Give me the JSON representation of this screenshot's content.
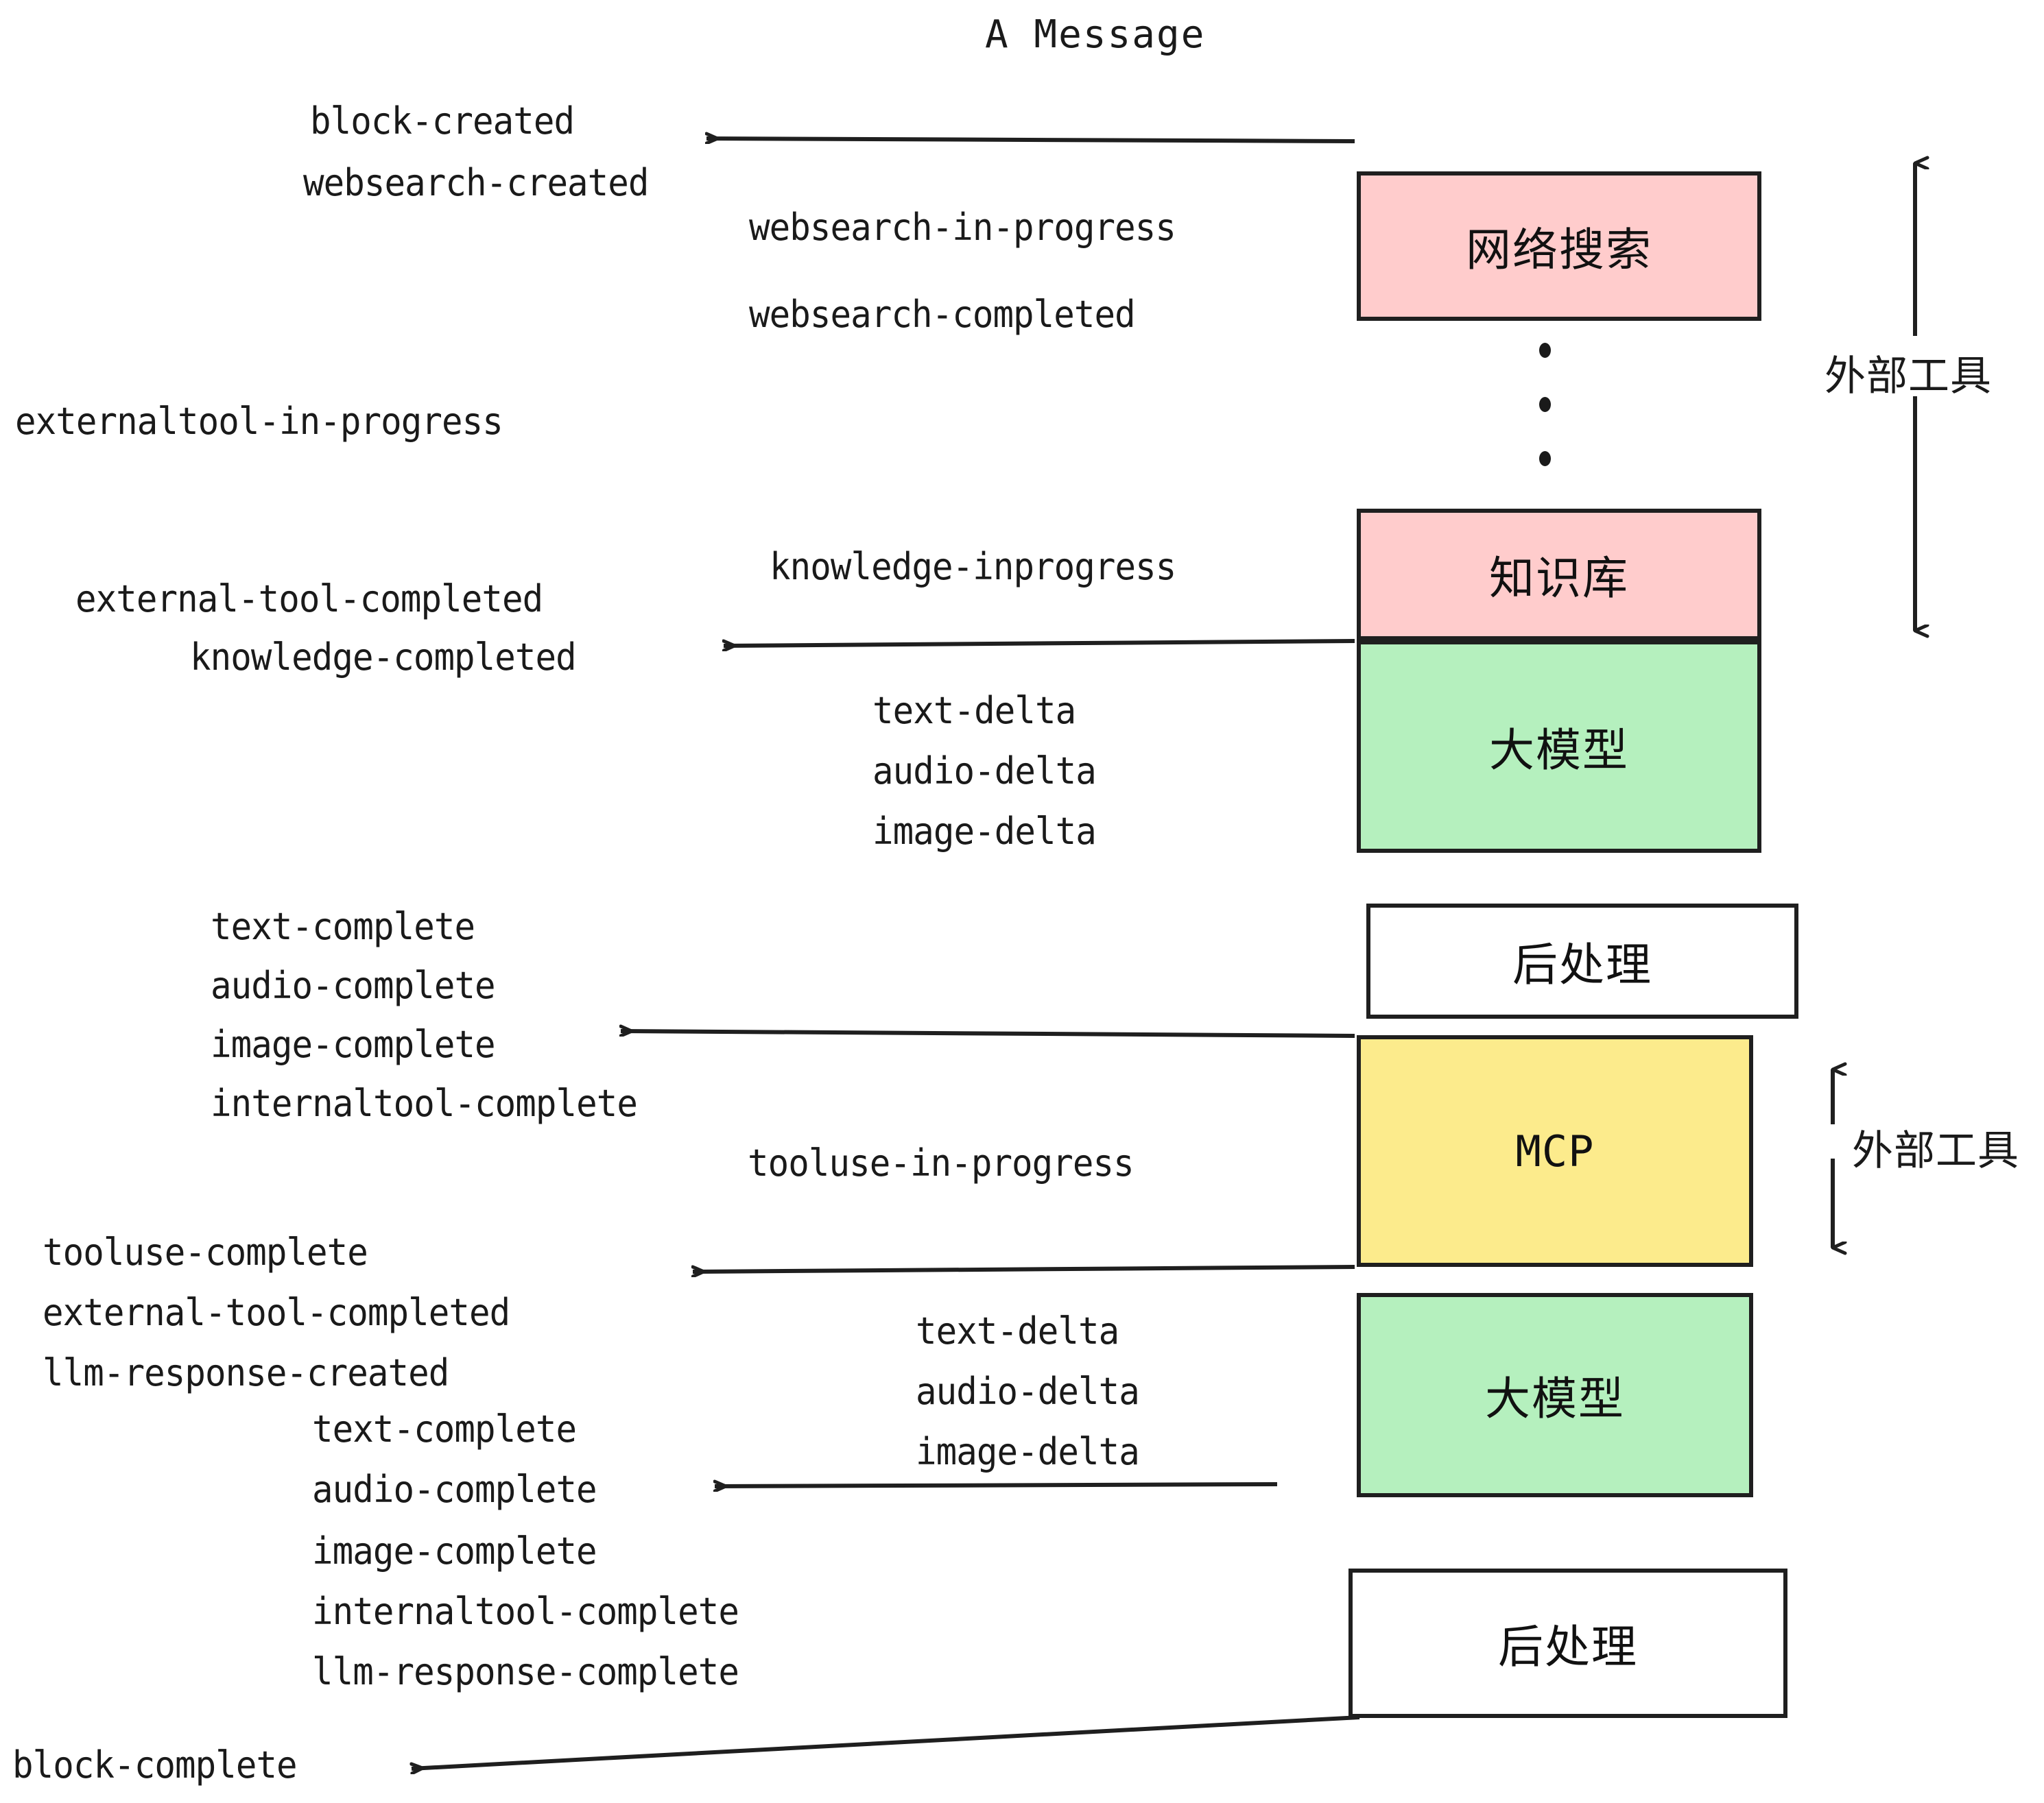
{
  "diagram": {
    "title": "A Message",
    "colors": {
      "pink": "#FFCCCC",
      "green": "#B5F0BE",
      "yellow": "#FCEB8C",
      "white": "#FFFFFF",
      "stroke": "#1F1F1F",
      "text": "#1A1A1A"
    },
    "nodes": [
      {
        "label": "网络搜索",
        "fill": "pink"
      },
      {
        "label": "知识库",
        "fill": "pink"
      },
      {
        "label": "大模型",
        "fill": "green"
      },
      {
        "label": "后处理",
        "fill": "white"
      },
      {
        "label": "MCP",
        "fill": "yellow"
      },
      {
        "label": "大模型",
        "fill": "green"
      },
      {
        "label": "后处理",
        "fill": "white"
      }
    ],
    "side_labels": [
      {
        "label": "外部工具"
      },
      {
        "label": "外部工具"
      }
    ],
    "events": [
      {
        "text": "block-created"
      },
      {
        "text": "websearch-created"
      },
      {
        "text": "websearch-in-progress"
      },
      {
        "text": "websearch-completed"
      },
      {
        "text": "externaltool-in-progress"
      },
      {
        "text": "knowledge-inprogress"
      },
      {
        "text": "external-tool-completed"
      },
      {
        "text": "knowledge-completed"
      },
      {
        "text": "text-delta"
      },
      {
        "text": "audio-delta"
      },
      {
        "text": "image-delta"
      },
      {
        "text": "text-complete"
      },
      {
        "text": "audio-complete"
      },
      {
        "text": "image-complete"
      },
      {
        "text": "internaltool-complete"
      },
      {
        "text": "tooluse-in-progress"
      },
      {
        "text": "tooluse-complete"
      },
      {
        "text": "external-tool-completed"
      },
      {
        "text": "llm-response-created"
      },
      {
        "text": "text-complete"
      },
      {
        "text": "audio-complete"
      },
      {
        "text": "image-complete"
      },
      {
        "text": "internaltool-complete"
      },
      {
        "text": "llm-response-complete"
      },
      {
        "text": "text-delta"
      },
      {
        "text": "audio-delta"
      },
      {
        "text": "image-delta"
      },
      {
        "text": "block-complete"
      }
    ]
  }
}
